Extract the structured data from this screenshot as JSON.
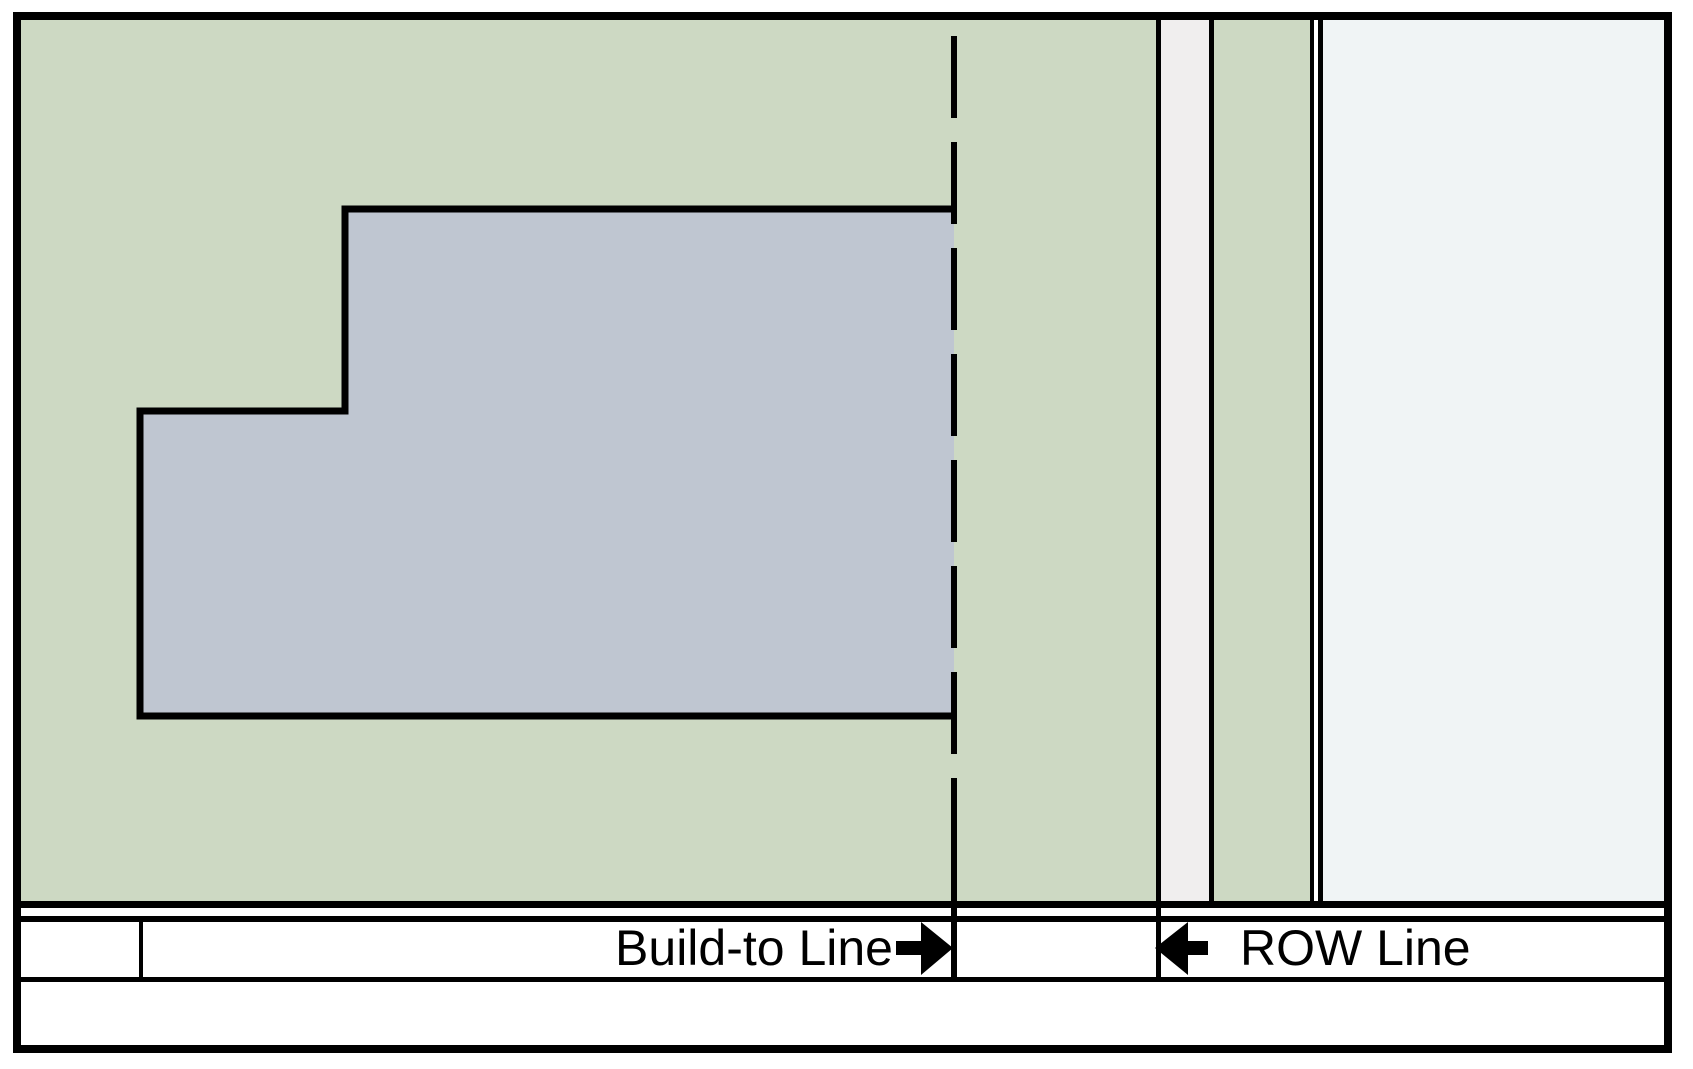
{
  "diagram": {
    "kind": "site-plan-regulating-diagram",
    "labels": {
      "build_to_line": "Build-to Line",
      "row_line": "ROW Line"
    },
    "icons": {
      "build_to_arrow": "arrow-right-icon",
      "row_arrow": "arrow-left-icon"
    },
    "colors": {
      "lot_green": "#cdd9c3",
      "building_gray": "#bfc6d1",
      "sidewalk_strip_white": "#f0eeee",
      "street_pale_blue": "#f0f4f5",
      "line_black": "#000000",
      "band_white": "#ffffff"
    },
    "line_styles": {
      "build_to_line": "dashed-vertical",
      "row_line": "solid-vertical"
    }
  }
}
